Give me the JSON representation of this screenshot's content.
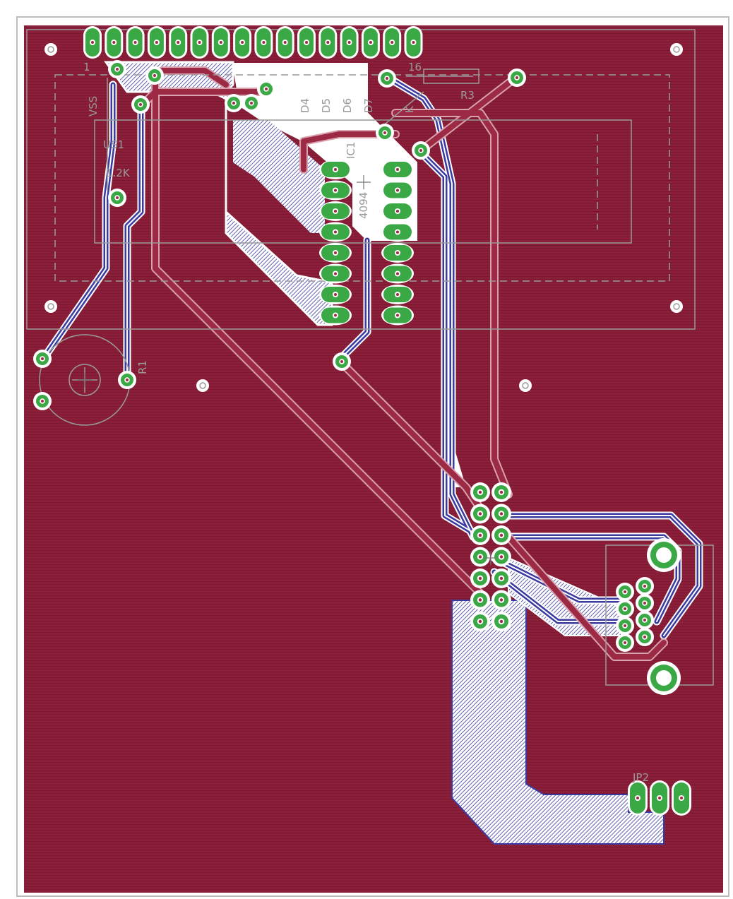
{
  "view": {
    "name": "pcb-layout-view"
  },
  "colors": {
    "background": "#ffffff",
    "top_copper": "#8b1f3a",
    "top_trace": "#9c2a44",
    "bottom_copper": "#3a3aa0",
    "pad": "#3aa845",
    "pad_ring": "#ffffff",
    "silk": "#9a9a9a",
    "outline": "#bdbdbd"
  },
  "labels": {
    "pin1": "1",
    "pin16": "16",
    "vss": "VSS",
    "r3": "R3",
    "us1": "US1",
    "us1_value": "1.2K",
    "d4": "D4",
    "d5": "D5",
    "d6": "D6",
    "d7": "D7",
    "k": "K",
    "ic1": "IC1",
    "ic1_value": "4094",
    "r1": "R1",
    "jp2": "JP2"
  },
  "icons": {
    "mounting_hole": "mounting-hole-icon",
    "trimmer": "trimmer-pot-icon",
    "cross": "component-origin-cross-icon"
  }
}
